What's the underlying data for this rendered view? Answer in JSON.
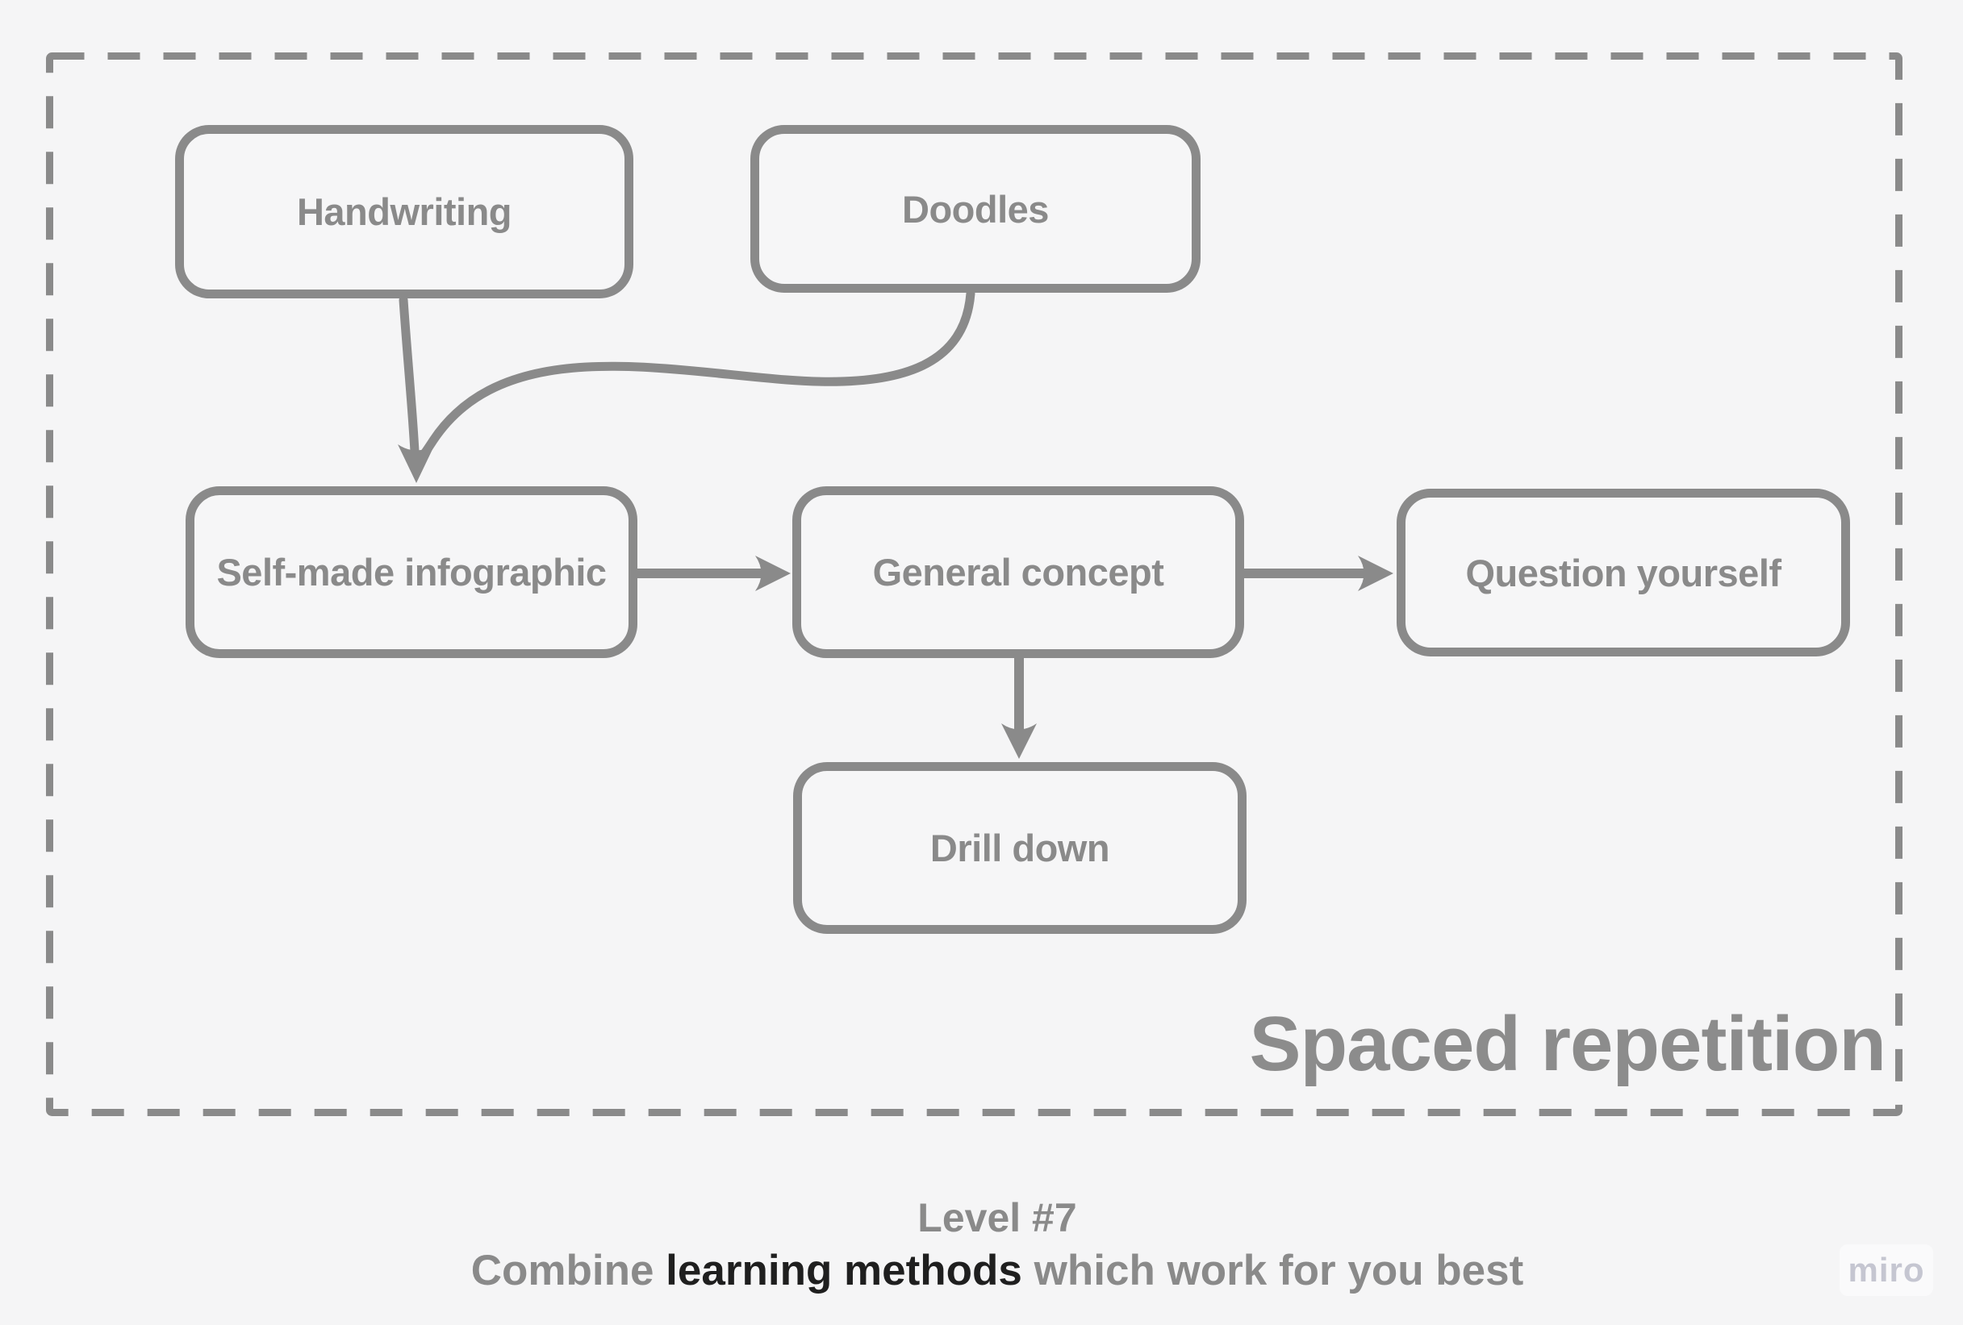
{
  "board": {
    "background_color": "#f5f5f6",
    "stroke_color": "#8a8a8a",
    "highlight_text_color": "#1f1f1f",
    "watermark_color": "#c5c6d1"
  },
  "frame": {
    "title": "Spaced repetition"
  },
  "nodes": [
    {
      "id": "handwriting",
      "label": "Handwriting"
    },
    {
      "id": "doodles",
      "label": "Doodles"
    },
    {
      "id": "self-made-infographic",
      "label": "Self-made infographic"
    },
    {
      "id": "general-concept",
      "label": "General concept"
    },
    {
      "id": "question-yourself",
      "label": "Question yourself"
    },
    {
      "id": "drill-down",
      "label": "Drill down"
    }
  ],
  "connectors": [
    {
      "from": "Handwriting",
      "to": "Self-made infographic",
      "style": "curved-arrow"
    },
    {
      "from": "Doodles",
      "to": "Self-made infographic",
      "style": "curved-merge"
    },
    {
      "from": "Self-made infographic",
      "to": "General concept",
      "style": "straight-arrow"
    },
    {
      "from": "General concept",
      "to": "Question yourself",
      "style": "straight-arrow"
    },
    {
      "from": "General concept",
      "to": "Drill down",
      "style": "straight-arrow"
    }
  ],
  "footer": {
    "line1": "Level #7",
    "line2_prefix": "Combine ",
    "line2_highlight": "learning methods",
    "line2_suffix": " which work for you best"
  },
  "watermark": {
    "label": "miro"
  }
}
